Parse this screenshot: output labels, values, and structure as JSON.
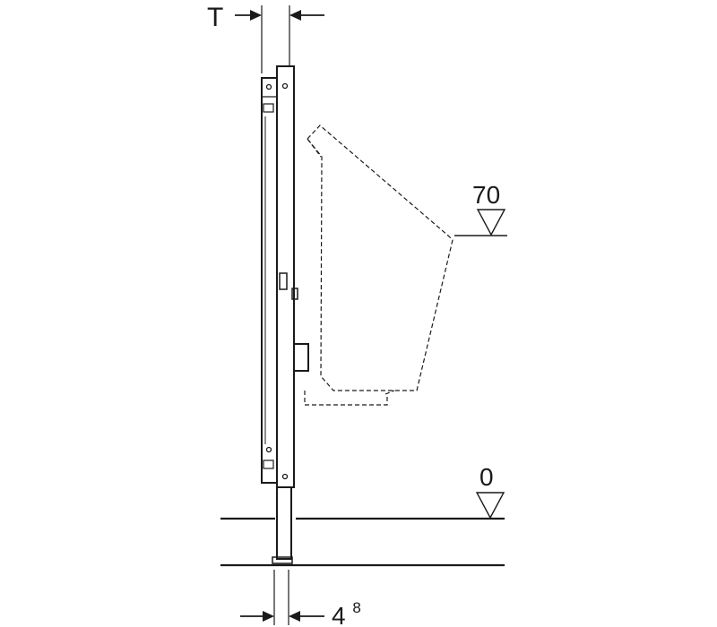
{
  "dimensions": {
    "top_depth_label": "T",
    "bottom_offset_value": "4",
    "bottom_offset_superscript": "8"
  },
  "levels": {
    "upper_mark": "70",
    "floor_mark": "0"
  },
  "colors": {
    "line": "#1a1a1a",
    "background": "#ffffff"
  }
}
